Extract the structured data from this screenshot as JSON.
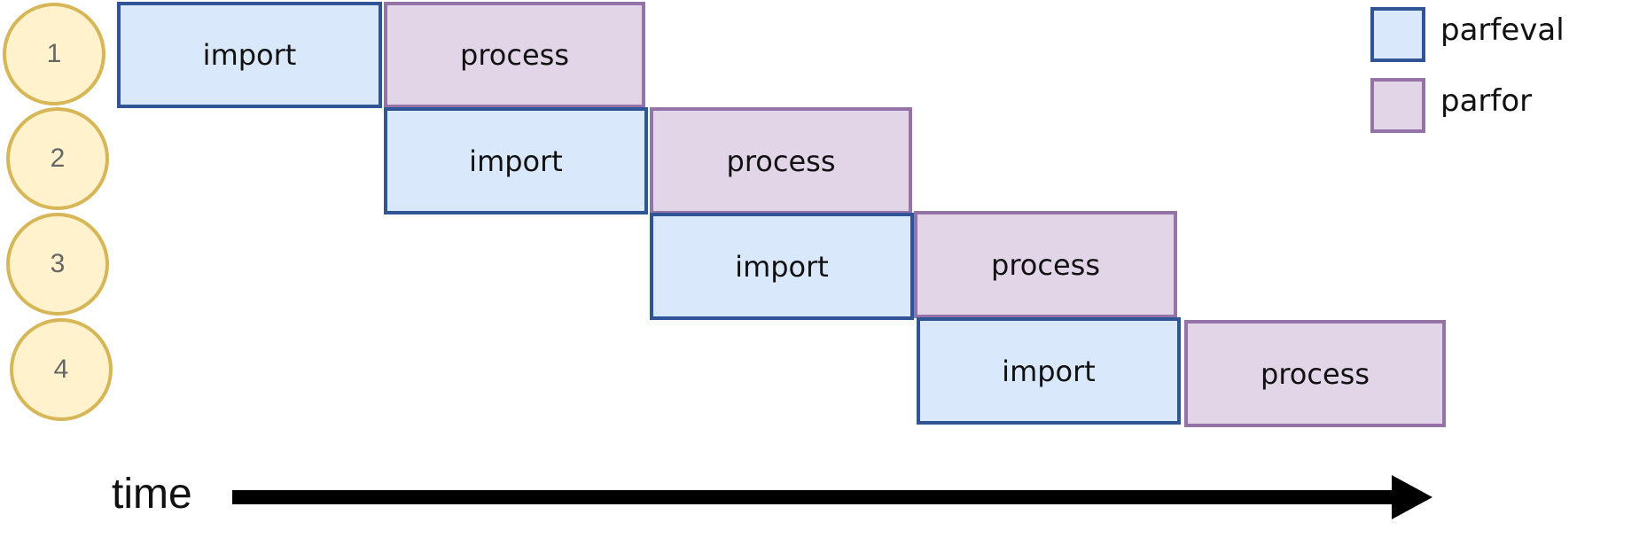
{
  "workers": [
    "1",
    "2",
    "3",
    "4"
  ],
  "tasks": [
    {
      "worker": "1",
      "label": "import",
      "kind": "parfeval"
    },
    {
      "worker": "1",
      "label": "process",
      "kind": "parfor"
    },
    {
      "worker": "2",
      "label": "import",
      "kind": "parfeval"
    },
    {
      "worker": "2",
      "label": "process",
      "kind": "parfor"
    },
    {
      "worker": "3",
      "label": "import",
      "kind": "parfeval"
    },
    {
      "worker": "3",
      "label": "process",
      "kind": "parfor"
    },
    {
      "worker": "4",
      "label": "import",
      "kind": "parfeval"
    },
    {
      "worker": "4",
      "label": "process",
      "kind": "parfor"
    }
  ],
  "legend": [
    {
      "label": "parfeval",
      "fill": "#dae8fc",
      "stroke": "#2f5597"
    },
    {
      "label": "parfor",
      "fill": "#e1d5e7",
      "stroke": "#9673a6"
    }
  ],
  "axis": {
    "label": "time"
  },
  "colors": {
    "worker_fill": "#fff2cc",
    "worker_stroke": "#d6b656",
    "arrow": "#000000"
  }
}
